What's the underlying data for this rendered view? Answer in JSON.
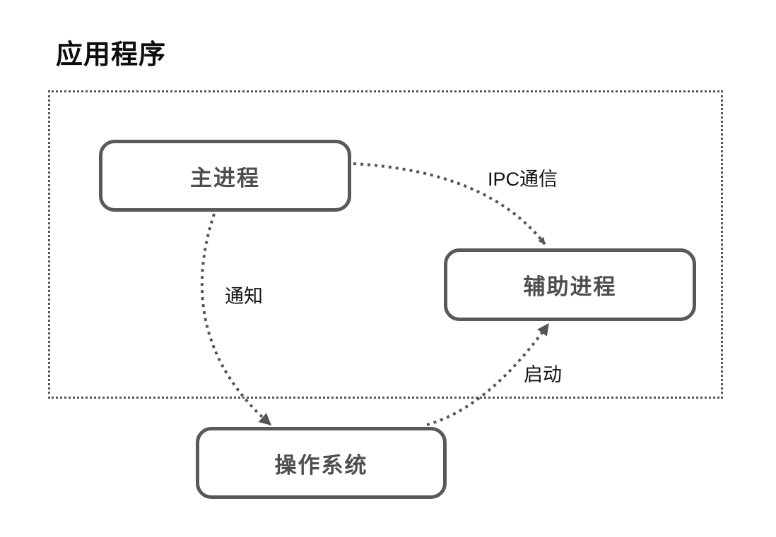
{
  "diagram": {
    "title": "应用程序",
    "nodes": {
      "main_process": "主进程",
      "helper_process": "辅助进程",
      "operating_system": "操作系统"
    },
    "edges": {
      "ipc": {
        "label": "IPC通信",
        "from": "主进程",
        "to": "辅助进程"
      },
      "notify": {
        "label": "通知",
        "from": "主进程",
        "to": "操作系统"
      },
      "launch": {
        "label": "启动",
        "from": "操作系统",
        "to": "辅助进程"
      }
    },
    "colors": {
      "node_border": "#595959",
      "node_text": "#4e4e4e",
      "edge_line": "#555555",
      "boundary_border": "#555555",
      "title_text": "#0d0d0d",
      "label_text": "#141414",
      "background": "#ffffff"
    }
  }
}
